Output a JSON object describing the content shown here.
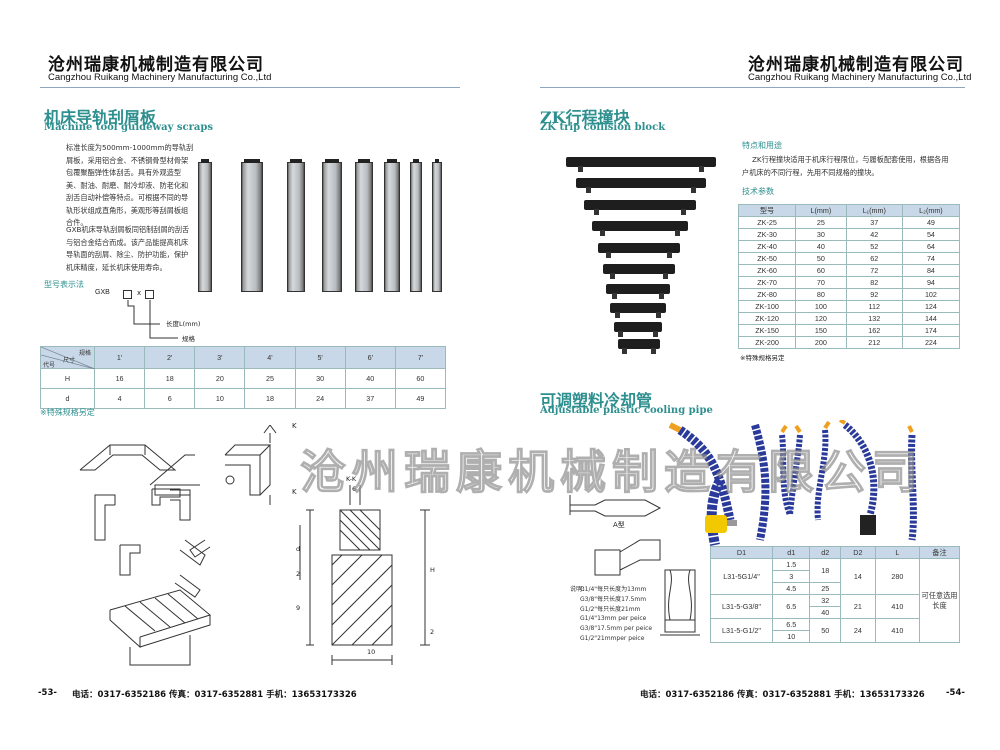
{
  "company": {
    "cn": "沧州瑞康机械制造有限公司",
    "en": "Cangzhou Ruikang Machinery Manufacturing Co.,Ltd"
  },
  "left": {
    "section_cn": "机床导轨刮屑板",
    "section_en": "Machine tool guideway scraps",
    "desc1": "标准长度为500mm-1000mm的导轨刮屑板，采用铝合金、不锈钢骨型材骨架包覆聚酯弹性体刮舌。具有外观造型美、耐油、耐磨、耐冷却液、防老化和刮舌自动补偿等特点。可根据不同的导轨形状组成直角形，美观形等刮屑板组合件。",
    "desc2": "GXB机床导轨刮屑板同铝制刮屑的刮舌与铝合金结合而成。该产品能提高机床导轨面的刮屑、除尘、防护功能，保护机床精度，延长机床使用寿命。",
    "model_title": "型号表示法",
    "model_code": "GXB",
    "model_x": "x",
    "label_length": "长度L(mm)",
    "label_spec": "规格",
    "table": {
      "corner_top": "规格",
      "corner_mid": "尺寸",
      "corner_bottom": "代号",
      "headers": [
        "1'",
        "2'",
        "3'",
        "4'",
        "5'",
        "6'",
        "7'"
      ],
      "rows": [
        {
          "code": "H",
          "values": [
            "16",
            "18",
            "20",
            "25",
            "30",
            "40",
            "60"
          ]
        },
        {
          "code": "d",
          "values": [
            "4",
            "6",
            "10",
            "18",
            "24",
            "37",
            "49"
          ]
        }
      ]
    },
    "note": "※特殊规格另定",
    "drawing": {
      "k": "K",
      "kk": "K-K",
      "dims": [
        "6",
        "d",
        "2",
        "9",
        "H",
        "2",
        "10"
      ]
    },
    "page_no": "-53-",
    "footer": "电话：0317-6352186   传真：0317-6352881   手机：13653173326"
  },
  "right": {
    "zk_cn": "ZK行程撞块",
    "zk_en": "ZK trip collision block",
    "feat_title": "特点和用途",
    "feat_text1": "ZK行程撞块适用于机床行程限位，与履板配套使用，根据各用",
    "feat_text2": "户机床的不同行程，先用不同规格的撞块。",
    "tech_title": "技术参数",
    "zk_table": {
      "headers": [
        "型号",
        "L(mm)",
        "L₁(mm)",
        "L₂(mm)"
      ],
      "rows": [
        [
          "ZK-25",
          "25",
          "37",
          "49"
        ],
        [
          "ZK-30",
          "30",
          "42",
          "54"
        ],
        [
          "ZK-40",
          "40",
          "52",
          "64"
        ],
        [
          "ZK-50",
          "50",
          "62",
          "74"
        ],
        [
          "ZK-60",
          "60",
          "72",
          "84"
        ],
        [
          "ZK-70",
          "70",
          "82",
          "94"
        ],
        [
          "ZK-80",
          "80",
          "92",
          "102"
        ],
        [
          "ZK-100",
          "100",
          "112",
          "124"
        ],
        [
          "ZK-120",
          "120",
          "132",
          "144"
        ],
        [
          "ZK-150",
          "150",
          "162",
          "174"
        ],
        [
          "ZK-200",
          "200",
          "212",
          "224"
        ]
      ]
    },
    "zk_note": "※特殊规格另定",
    "pipe_cn": "可调塑料冷却管",
    "pipe_en": "Adjustable plastic cooling pipe",
    "type_a": "A型",
    "explain_title": "说明：",
    "explain": [
      "G1/4\"每只长度为13mm",
      "G3/8\"每只长度17.5mm",
      "G1/2\"每只长度21mm",
      "G1/4\"13mm per peice",
      "G3/8\"17.5mm per peice",
      "G1/2\"21mmper peice"
    ],
    "pipe_table": {
      "headers": [
        "D1",
        "d1",
        "d2",
        "D2",
        "L",
        "备注"
      ],
      "rows": [
        {
          "d1_label": "L31-5G1/4\"",
          "d1": [
            "1.5",
            "3",
            "4.5"
          ],
          "d2": [
            "18",
            "25"
          ],
          "D2": "14",
          "L": "280"
        },
        {
          "d1_label": "L31-5-G3/8\"",
          "d1": [
            "6.5"
          ],
          "d2": [
            "32",
            "40"
          ],
          "D2": "21",
          "L": "410"
        },
        {
          "d1_label": "L31-5-G1/2\"",
          "d1": [
            "6.5",
            "10"
          ],
          "d2": [
            "50"
          ],
          "D2": "24",
          "L": "410"
        }
      ],
      "remark": "可任意选用长度"
    },
    "page_no": "-54-",
    "footer": "电话：0317-6352186   传真：0317-6352881   手机：13653173326"
  },
  "watermark": "沧州瑞康机械制造有限公司",
  "colors": {
    "accent": "#2e8f8f",
    "table_header": "#c8d8e8",
    "rule": "#8fa6c0",
    "pipe_blue": "#2a3a9a",
    "pipe_orange": "#f0a020",
    "magnet_yellow": "#f2c800"
  }
}
